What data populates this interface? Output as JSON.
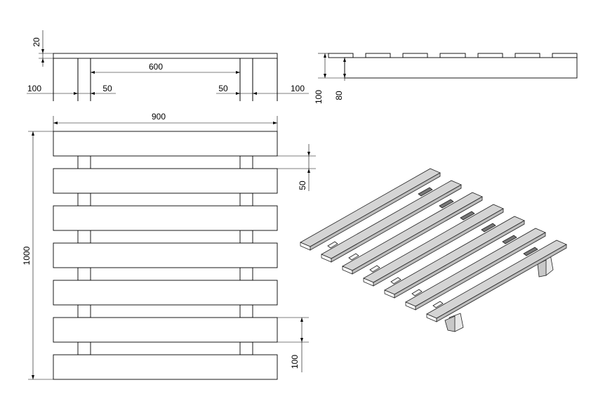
{
  "drawing": {
    "front_view": {
      "deck_thickness": "20",
      "inner_span": "600",
      "left_overhang": "100",
      "left_block_width": "50",
      "right_block_width": "50",
      "right_overhang": "100"
    },
    "side_view": {
      "overall_height": "100",
      "block_height": "80"
    },
    "top_view": {
      "overall_width": "900",
      "overall_length": "1000",
      "board_gap": "50",
      "board_width": "100"
    }
  },
  "colors": {
    "line": "#000000",
    "board_top": "#d4d4d4",
    "board_front": "#ffffff",
    "board_side": "#bdbdbd",
    "block_shadow": "#777777",
    "block_light": "#f2f2f2"
  }
}
